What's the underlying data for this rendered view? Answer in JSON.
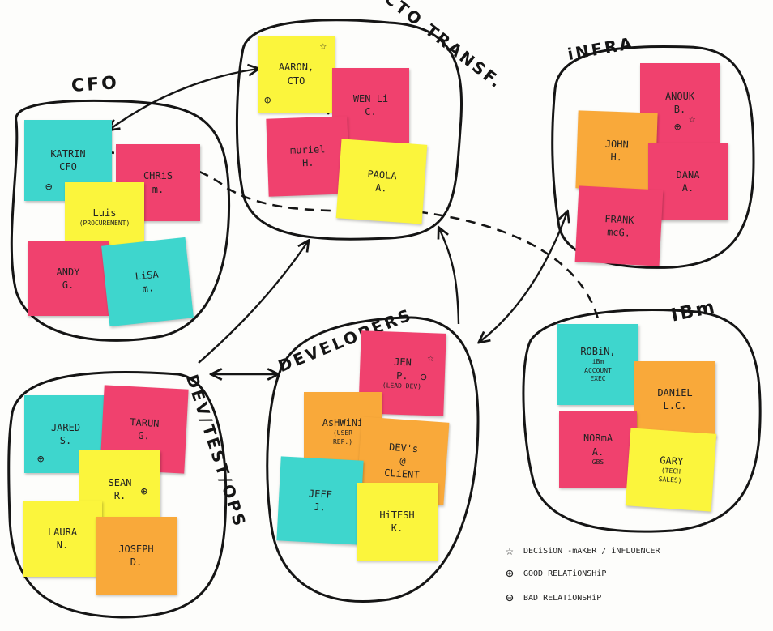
{
  "clusters": {
    "cfo": {
      "label": "CFO"
    },
    "cto": {
      "label": "CTO TRANSF."
    },
    "infra": {
      "label": "iNFRA"
    },
    "developers": {
      "label": "DEVELOPERS"
    },
    "devtestops": {
      "label": "DEV/TEST/OPS"
    },
    "ibm": {
      "label": "IBm"
    }
  },
  "notes": {
    "aaron": {
      "l1": "AARON,",
      "l2": "CTO",
      "mark": "☆",
      "rel": "⊕"
    },
    "wenli": {
      "l1": "WEN Li",
      "l2": "C."
    },
    "muriel": {
      "l1": "muriel",
      "l2": "H."
    },
    "paola": {
      "l1": "PAOLA",
      "l2": "A."
    },
    "katrin": {
      "l1": "KATRIN",
      "l2": "CFO",
      "mark": "☆",
      "rel": "⊖"
    },
    "chris": {
      "l1": "CHRiS",
      "l2": "m."
    },
    "luis": {
      "l1": "Luis",
      "l2": "(PROCUREMENT)"
    },
    "andy": {
      "l1": "ANDY",
      "l2": "G."
    },
    "lisa": {
      "l1": "LiSA",
      "l2": "m."
    },
    "anouk": {
      "l1": "ANOUK",
      "l2": "B.",
      "mark": "☆",
      "rel": "⊕"
    },
    "john": {
      "l1": "JOHN",
      "l2": "H."
    },
    "dana": {
      "l1": "DANA",
      "l2": "A."
    },
    "frank": {
      "l1": "FRANK",
      "l2": "mcG."
    },
    "jen": {
      "l1": "JEN",
      "l2": "P.",
      "mark": "☆",
      "rel": "⊖",
      "l3": "(LEAD DEV)"
    },
    "ashwini": {
      "l1": "AsHWiNi",
      "l2": "(USER",
      "l3": "REP.)"
    },
    "devs": {
      "l1": "DEV's",
      "l2": "@",
      "l3": "CLiENT"
    },
    "jeff": {
      "l1": "JEFF",
      "l2": "J."
    },
    "hitesh": {
      "l1": "HiTESH",
      "l2": "K."
    },
    "robin": {
      "l1": "ROBiN,",
      "l2": "iBm",
      "l3": "ACCOUNT",
      "l4": "EXEC"
    },
    "daniel": {
      "l1": "DANiEL",
      "l2": "L.C."
    },
    "norma": {
      "l1": "NORmA",
      "l2": "A.",
      "l3": "GBS"
    },
    "gary": {
      "l1": "GARY",
      "l2": "(TECH",
      "l3": "SALES)"
    },
    "jared": {
      "l1": "JARED",
      "l2": "S.",
      "rel": "⊕"
    },
    "tarun": {
      "l1": "TARUN",
      "l2": "G."
    },
    "sean": {
      "l1": "SEAN",
      "l2": "R.",
      "rel": "⊕"
    },
    "laura": {
      "l1": "LAURA",
      "l2": "N."
    },
    "joseph": {
      "l1": "JOSEPH",
      "l2": "D."
    }
  },
  "legend": {
    "decision": {
      "symbol": "☆",
      "text": "DECiSiON -mAKER / iNFLUENCER"
    },
    "good": {
      "symbol": "⊕",
      "text": "GOOD RELATiONSHiP"
    },
    "bad": {
      "symbol": "⊖",
      "text": "BAD RELATiONSHiP"
    }
  },
  "colors": {
    "pink": "#f0416e",
    "yellow": "#fbf53c",
    "cyan": "#3ed6cd",
    "orange": "#f9a93a",
    "ink": "#151515"
  }
}
